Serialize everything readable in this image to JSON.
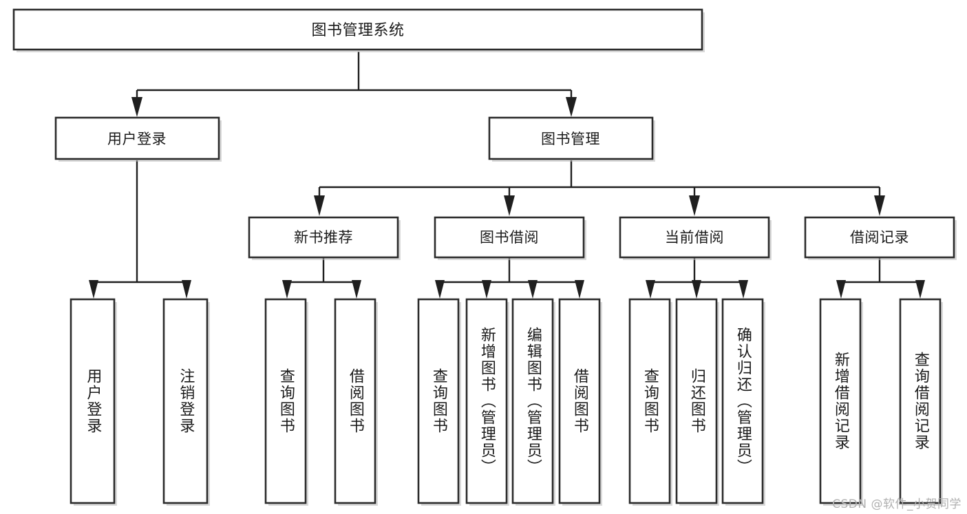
{
  "diagram": {
    "type": "tree",
    "title": "图书管理系统",
    "watermark": "CSDN @软件_小贺同学",
    "colors": {
      "box_stroke": "#2b2b2b",
      "box_fill": "#ffffff",
      "edge": "#1f1f1f",
      "background": "#ffffff",
      "watermark": "#b0b0b0"
    },
    "root": {
      "label": "图书管理系统"
    },
    "level2": [
      {
        "id": "user-login",
        "label": "用户登录"
      },
      {
        "id": "book-manage",
        "label": "图书管理"
      }
    ],
    "level3": [
      {
        "id": "new-book-recommend",
        "label": "新书推荐"
      },
      {
        "id": "book-borrow",
        "label": "图书借阅"
      },
      {
        "id": "current-borrow",
        "label": "当前借阅"
      },
      {
        "id": "borrow-record",
        "label": "借阅记录"
      }
    ],
    "leaves": {
      "user-login": [
        {
          "id": "leaf-user-login",
          "label": "用户登录"
        },
        {
          "id": "leaf-logout-login",
          "label": "注销登录"
        }
      ],
      "new-book-recommend": [
        {
          "id": "leaf-query-book-1",
          "label": "查询图书"
        },
        {
          "id": "leaf-borrow-book-1",
          "label": "借阅图书"
        }
      ],
      "book-borrow": [
        {
          "id": "leaf-query-book-2",
          "label": "查询图书"
        },
        {
          "id": "leaf-add-book",
          "label": "新增图书（管理员）"
        },
        {
          "id": "leaf-edit-book",
          "label": "编辑图书（管理员）"
        },
        {
          "id": "leaf-borrow-book-2",
          "label": "借阅图书"
        }
      ],
      "current-borrow": [
        {
          "id": "leaf-query-book-3",
          "label": "查询图书"
        },
        {
          "id": "leaf-return-book",
          "label": "归还图书"
        },
        {
          "id": "leaf-confirm-return",
          "label": "确认归还（管理员）"
        }
      ],
      "borrow-record": [
        {
          "id": "leaf-add-record",
          "label": "新增借阅记录"
        },
        {
          "id": "leaf-query-record",
          "label": "查询借阅记录"
        }
      ]
    }
  }
}
